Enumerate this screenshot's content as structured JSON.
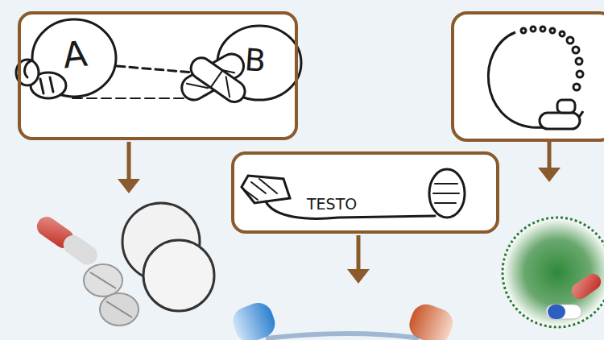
{
  "diagram": {
    "nodes": [
      {
        "text": [
          "A",
          "B"
        ]
      },
      {
        "text": [
          "TESTO"
        ]
      }
    ]
  }
}
